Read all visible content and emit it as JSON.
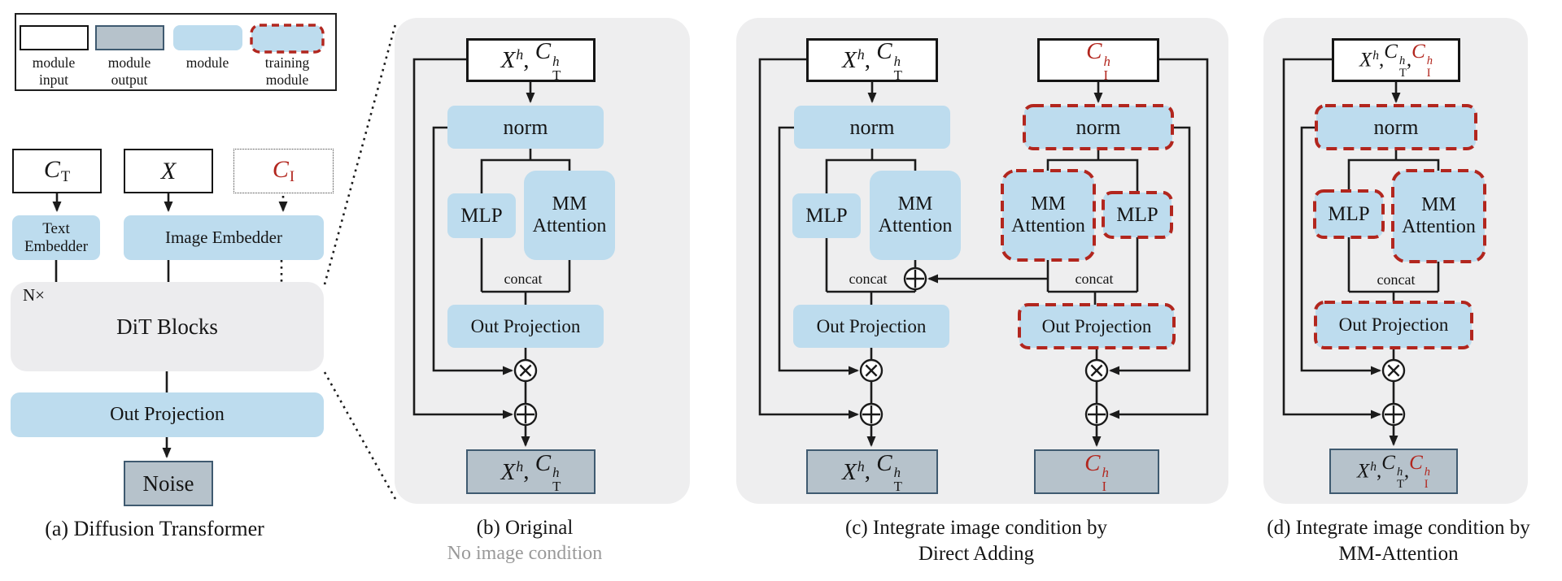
{
  "colors": {
    "module_fill": "#bddcee",
    "panel_background": "#eeeeef",
    "output_fill": "#b6c2cb",
    "output_border": "#3f5a70",
    "training_red": "#b2261e",
    "line_black": "#1b1b1b",
    "muted_caption": "#999999"
  },
  "legend": {
    "items": [
      {
        "name": "module-input",
        "label": "module input"
      },
      {
        "name": "module-output",
        "label": "module output"
      },
      {
        "name": "module",
        "label": "module"
      },
      {
        "name": "training-module",
        "label": "training module"
      }
    ]
  },
  "blocks": {
    "norm": "norm",
    "mlp": "MLP",
    "mm_attention": "MM Attention",
    "concat": "concat",
    "out_projection": "Out Projection"
  },
  "panel_a": {
    "caption": "(a) Diffusion Transformer",
    "n_times": "N×",
    "dit_blocks": "DiT Blocks",
    "text_embedder": "Text Embedder",
    "image_embedder": "Image Embedder",
    "out_projection": "Out Projection",
    "noise": "Noise",
    "input_ct": [
      {
        "b": "C",
        "sub": "T"
      }
    ],
    "input_x": [
      {
        "b": "X"
      }
    ],
    "input_ci": [
      {
        "b": "C",
        "sub": "I",
        "red": true
      }
    ]
  },
  "panel_b": {
    "caption": "(b) Original",
    "subcaption": "No image condition",
    "input": [
      {
        "b": "X",
        "sup": "h"
      },
      {
        "t": ", "
      },
      {
        "b": "C",
        "sub": "T",
        "sup": "h"
      }
    ],
    "output": [
      {
        "b": "X",
        "sup": "h"
      },
      {
        "t": ", "
      },
      {
        "b": "C",
        "sub": "T",
        "sup": "h"
      }
    ]
  },
  "panel_c": {
    "caption_line1": "(c) Integrate image condition by",
    "caption_line2": "Direct Adding",
    "left": {
      "input": [
        {
          "b": "X",
          "sup": "h"
        },
        {
          "t": ", "
        },
        {
          "b": "C",
          "sub": "T",
          "sup": "h"
        }
      ],
      "output": [
        {
          "b": "X",
          "sup": "h"
        },
        {
          "t": ", "
        },
        {
          "b": "C",
          "sub": "T",
          "sup": "h"
        }
      ]
    },
    "right": {
      "input": [
        {
          "b": "C",
          "sub": "I",
          "sup": "h",
          "red": true
        }
      ],
      "output": [
        {
          "b": "C",
          "sub": "I",
          "sup": "h",
          "red": true
        }
      ]
    }
  },
  "panel_d": {
    "caption_line1": "(d) Integrate image condition by",
    "caption_line2": "MM-Attention",
    "input": [
      {
        "b": "X",
        "sup": "h"
      },
      {
        "t": ","
      },
      {
        "b": "C",
        "sub": "T",
        "sup": "h"
      },
      {
        "t": ","
      },
      {
        "b": "C",
        "sub": "I",
        "sup": "h",
        "red": true
      }
    ],
    "output": [
      {
        "b": "X",
        "sup": "h"
      },
      {
        "t": ","
      },
      {
        "b": "C",
        "sub": "T",
        "sup": "h"
      },
      {
        "t": ","
      },
      {
        "b": "C",
        "sub": "I",
        "sup": "h",
        "red": true
      }
    ]
  }
}
